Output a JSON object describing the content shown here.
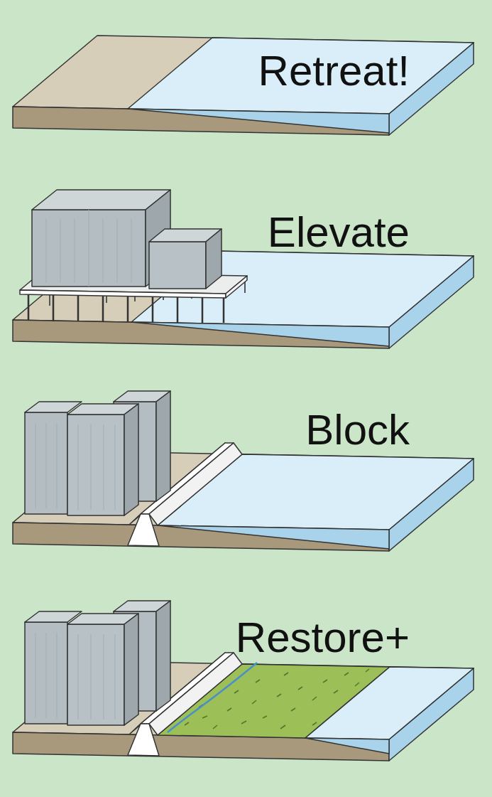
{
  "diagram": {
    "labels": [
      "Retreat!",
      "Elevate",
      "Block",
      "Restore+"
    ]
  }
}
